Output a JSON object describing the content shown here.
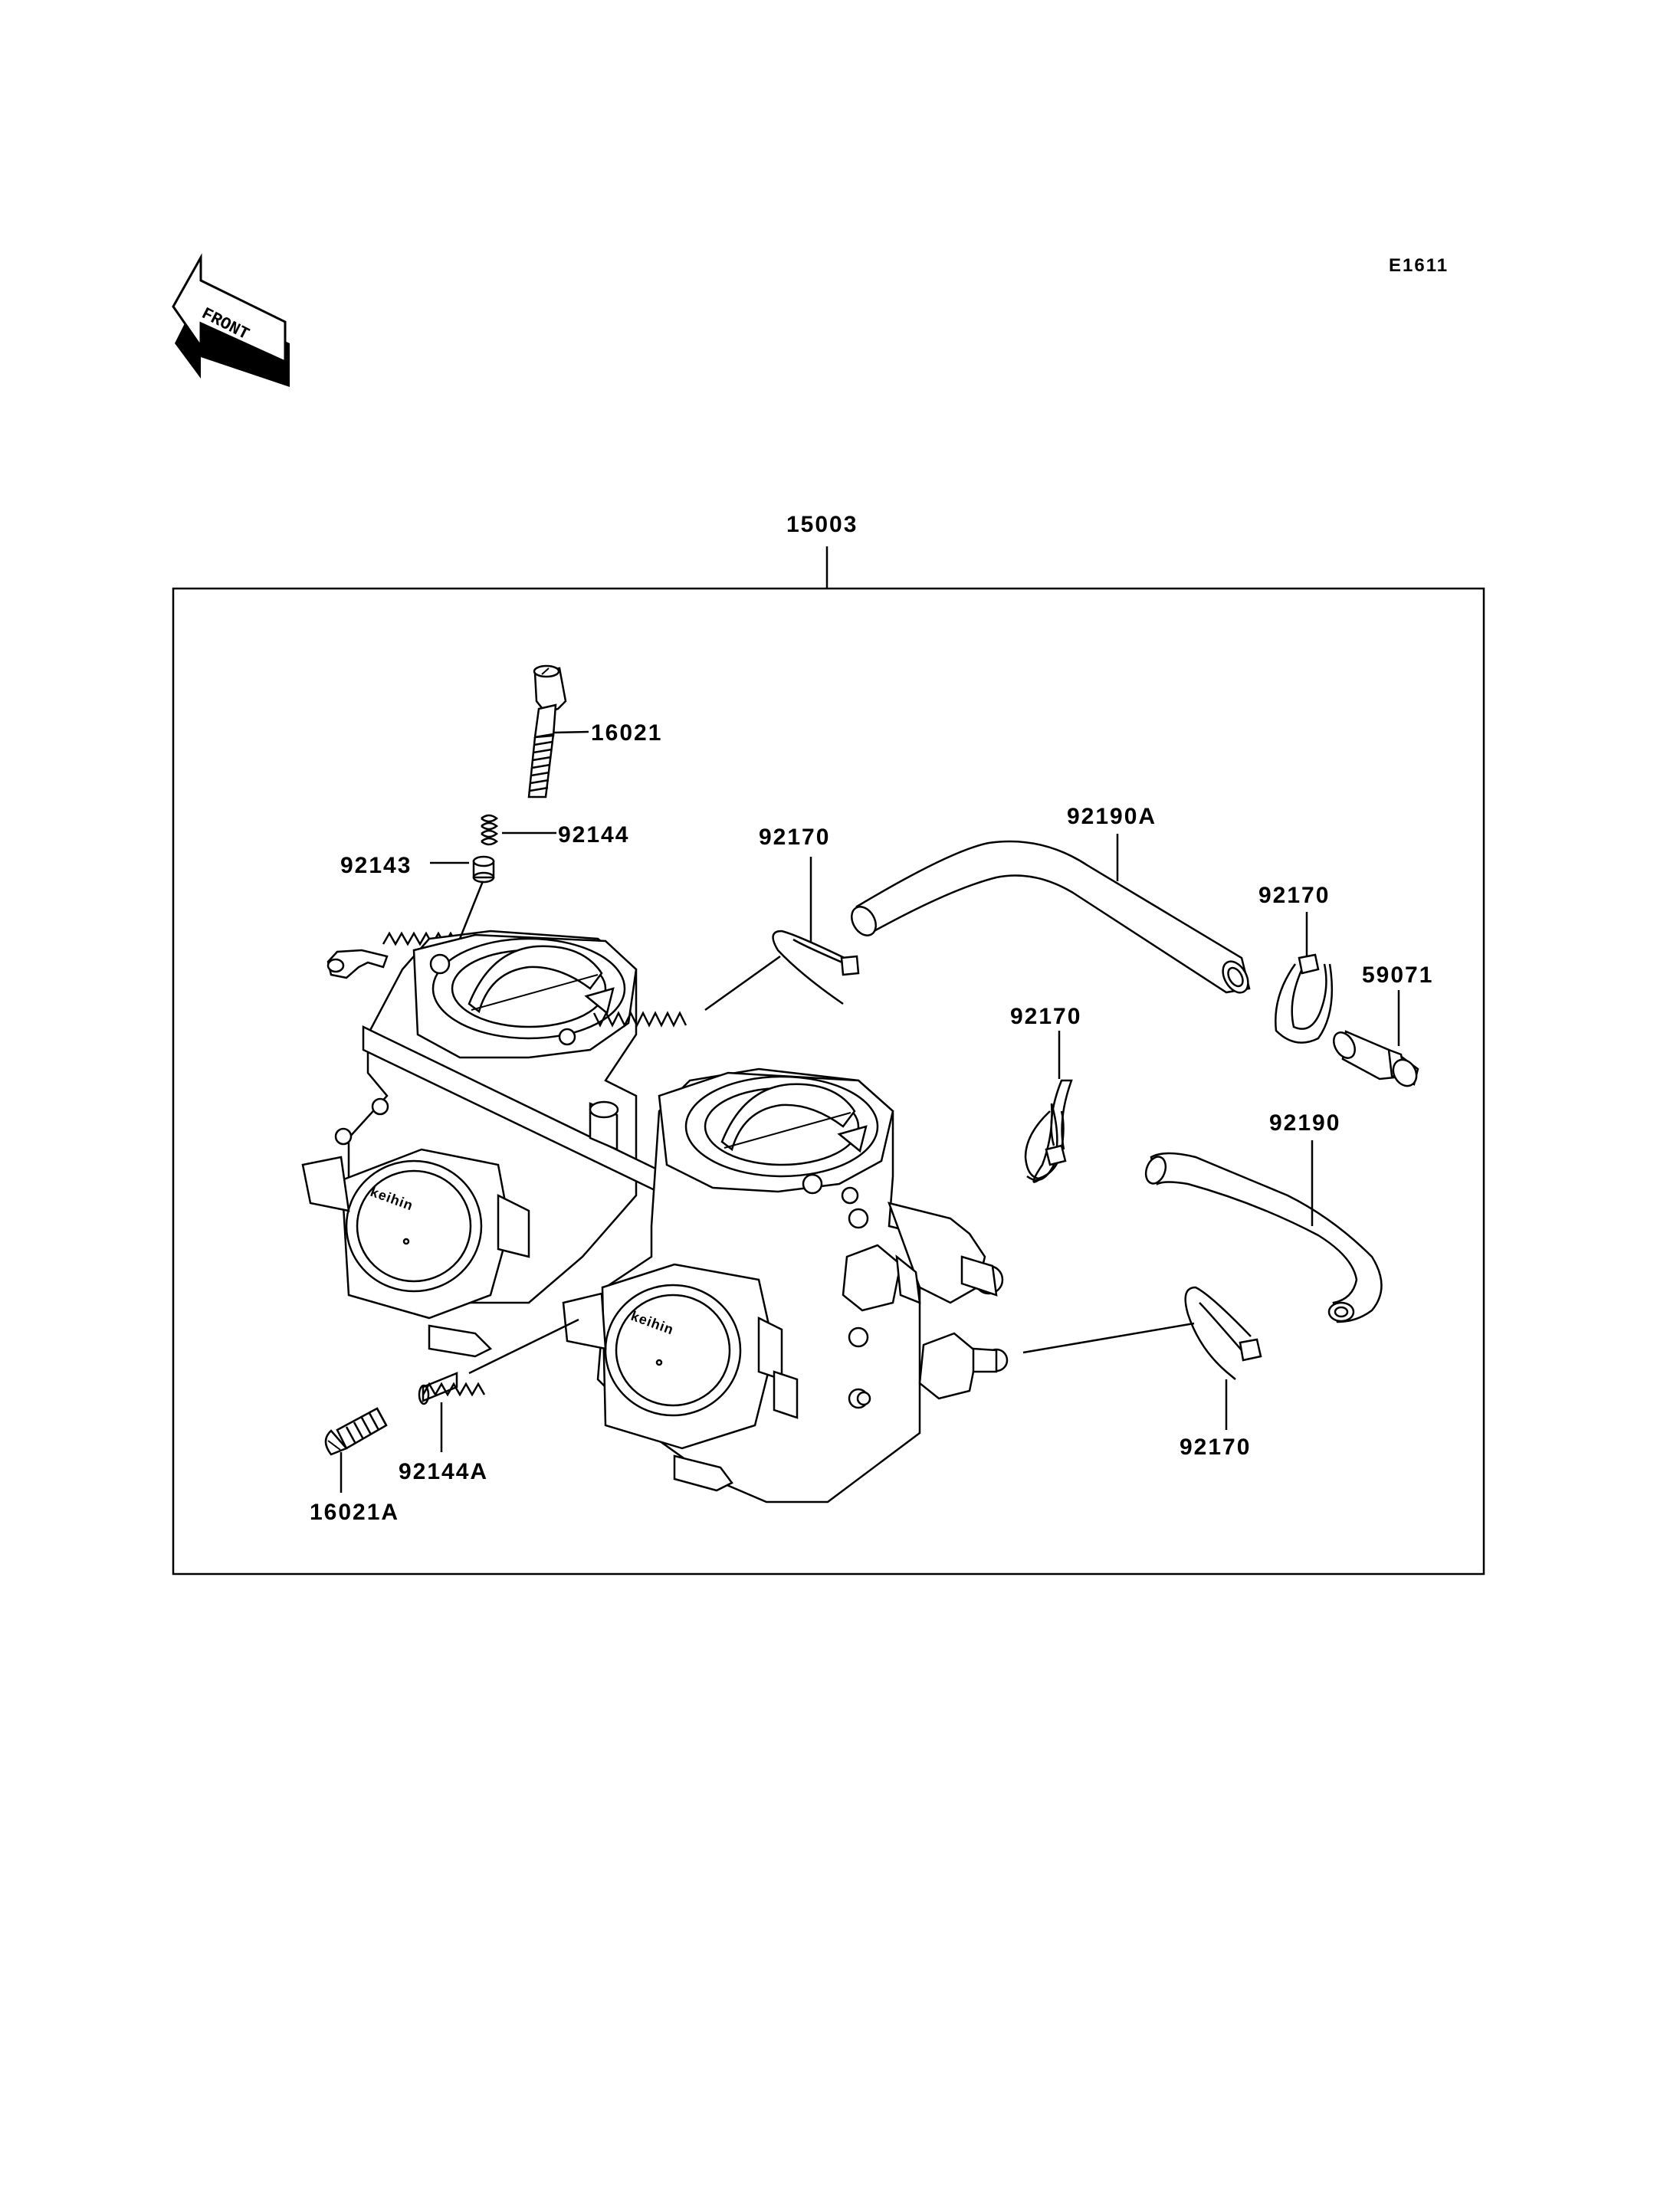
{
  "diagram_code": "E1611",
  "front_indicator": "FRONT",
  "assembly_label": "15003",
  "parts": [
    {
      "id": "16021",
      "label": "16021"
    },
    {
      "id": "92144",
      "label": "92144"
    },
    {
      "id": "92143",
      "label": "92143"
    },
    {
      "id": "92170-a",
      "label": "92170"
    },
    {
      "id": "92190A",
      "label": "92190A"
    },
    {
      "id": "92170-b",
      "label": "92170"
    },
    {
      "id": "59071",
      "label": "59071"
    },
    {
      "id": "92170-c",
      "label": "92170"
    },
    {
      "id": "92190",
      "label": "92190"
    },
    {
      "id": "92170-d",
      "label": "92170"
    },
    {
      "id": "92144A",
      "label": "92144A"
    },
    {
      "id": "16021A",
      "label": "16021A"
    }
  ],
  "brand_mark": "keihin"
}
